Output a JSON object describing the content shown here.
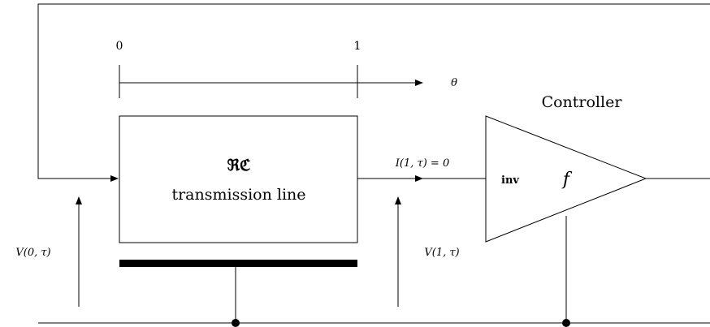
{
  "axis": {
    "tick_start": "0",
    "tick_end": "1",
    "variable": "θ"
  },
  "line_block": {
    "symbol": "ℜℭ",
    "label": "transmission line"
  },
  "boundary_condition": "I(1, τ) = 0",
  "controller": {
    "title": "Controller",
    "input_label": "inv",
    "function_label": "f"
  },
  "voltages": {
    "left": "V(0, τ)",
    "right": "V(1, τ)"
  }
}
